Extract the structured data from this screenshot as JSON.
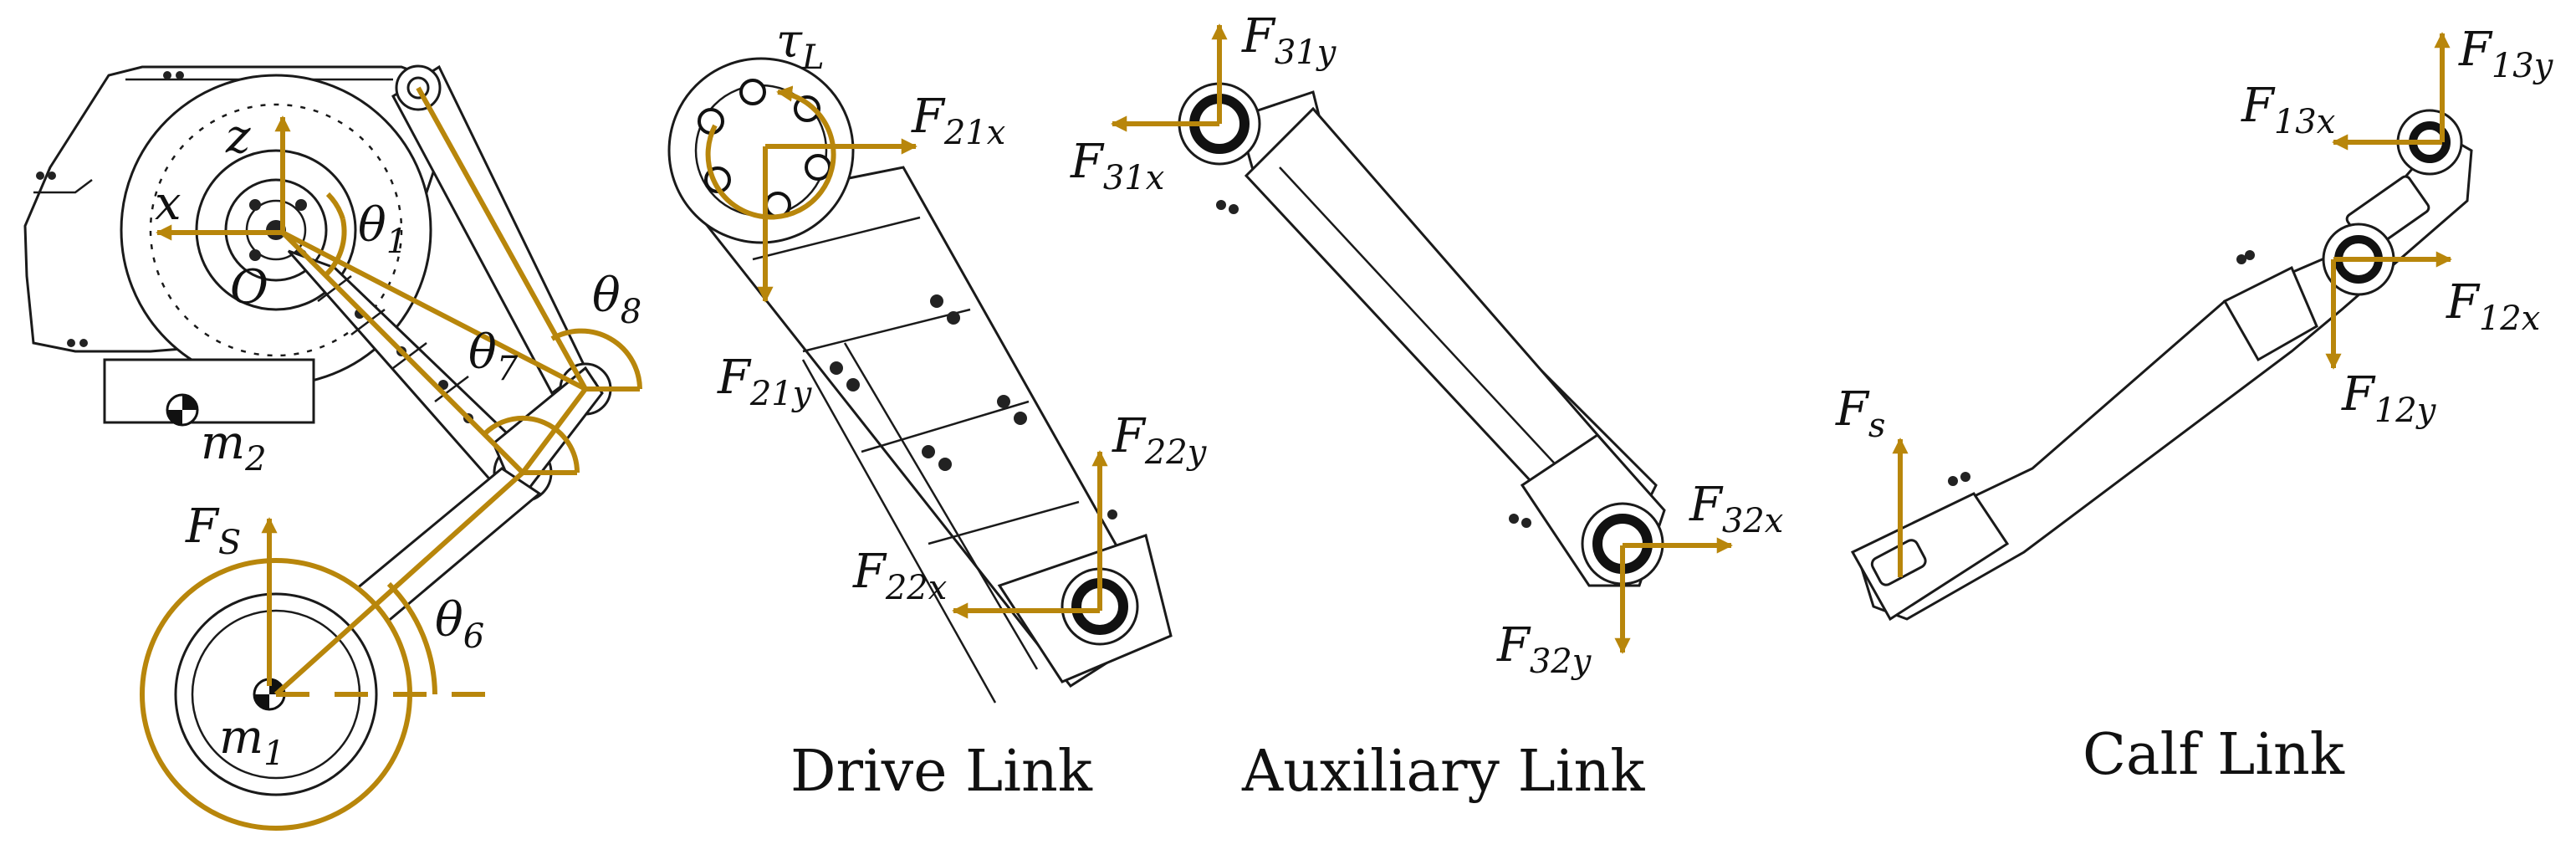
{
  "titles": {
    "drive": "Drive Link",
    "auxiliary": "Auxiliary Link",
    "calf": "Calf Link"
  },
  "labels": {
    "z": "z",
    "x": "x",
    "O": "O",
    "theta": "θ",
    "sub_1": "1",
    "sub_8": "8",
    "sub_7": "7",
    "sub_6": "6",
    "m": "m",
    "sub_m2": "2",
    "sub_m1": "1",
    "F": "F",
    "sub_S": "S",
    "sub_s": "s",
    "tau": "τ",
    "sub_L": "L",
    "sub_21x": "21x",
    "sub_21y": "21y",
    "sub_22x": "22x",
    "sub_22y": "22y",
    "sub_31x": "31x",
    "sub_31y": "31y",
    "sub_32x": "32x",
    "sub_32y": "32y",
    "sub_13x": "13x",
    "sub_13y": "13y",
    "sub_12x": "12x",
    "sub_12y": "12y"
  },
  "colors": {
    "force": "#b8860b",
    "ink": "#111111"
  }
}
